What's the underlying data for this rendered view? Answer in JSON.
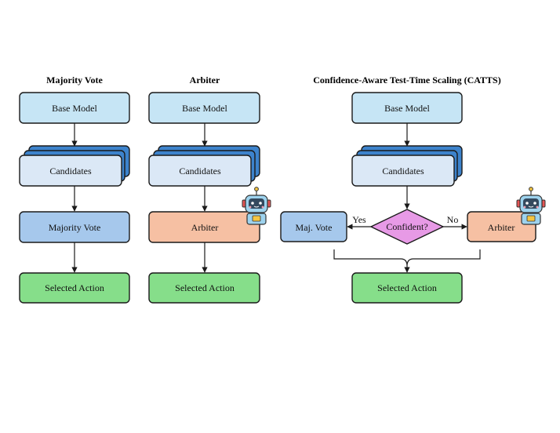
{
  "titles": {
    "majority_vote": "Majority Vote",
    "arbiter": "Arbiter",
    "catts": "Confidence-Aware Test-Time Scaling (CATTS)"
  },
  "nodes": {
    "base_model": "Base Model",
    "candidates": "Candidates",
    "majority_vote": "Majority Vote",
    "arbiter": "Arbiter",
    "selected_action": "Selected Action",
    "maj_vote": "Maj. Vote",
    "confident": "Confident?"
  },
  "edge_labels": {
    "yes": "Yes",
    "no": "No"
  },
  "colors": {
    "base_model": "#c6e5f5",
    "candidates_front": "#dbe8f6",
    "candidates_stack": "#3d83cc",
    "majority_vote": "#a6c8ec",
    "arbiter": "#f6c0a3",
    "selected_action": "#86de8a",
    "confident": "#e79ae6"
  },
  "icons": {
    "arbiter_robot": "robot-icon"
  }
}
